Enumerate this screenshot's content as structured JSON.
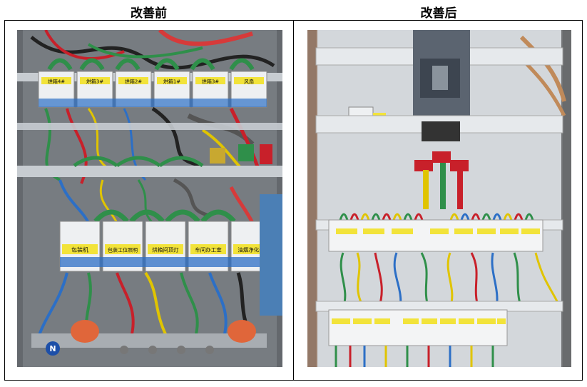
{
  "headings": {
    "before": "改善前",
    "after": "改善后"
  },
  "before_labels": {
    "top_row": [
      "烘箱4#",
      "烘箱3#",
      "烘箱2#",
      "烘箱1#",
      "烘箱3#",
      "风扇"
    ],
    "bottom_row": [
      "包装机",
      "包装工位照明",
      "烘箱间顶灯",
      "车间办工室",
      "油烟净化器"
    ],
    "neutral_mark": "N"
  },
  "colors": {
    "label_yellow": "#f2e33a",
    "breaker_white": "#eef0f2",
    "breaker_blue": "#2c6fc6",
    "wire_green": "#2f8f4a",
    "wire_red": "#c8202a",
    "wire_yellow": "#e0c400",
    "busbar_red": "#d0202a",
    "panel_gray": "#9aa0a6"
  }
}
